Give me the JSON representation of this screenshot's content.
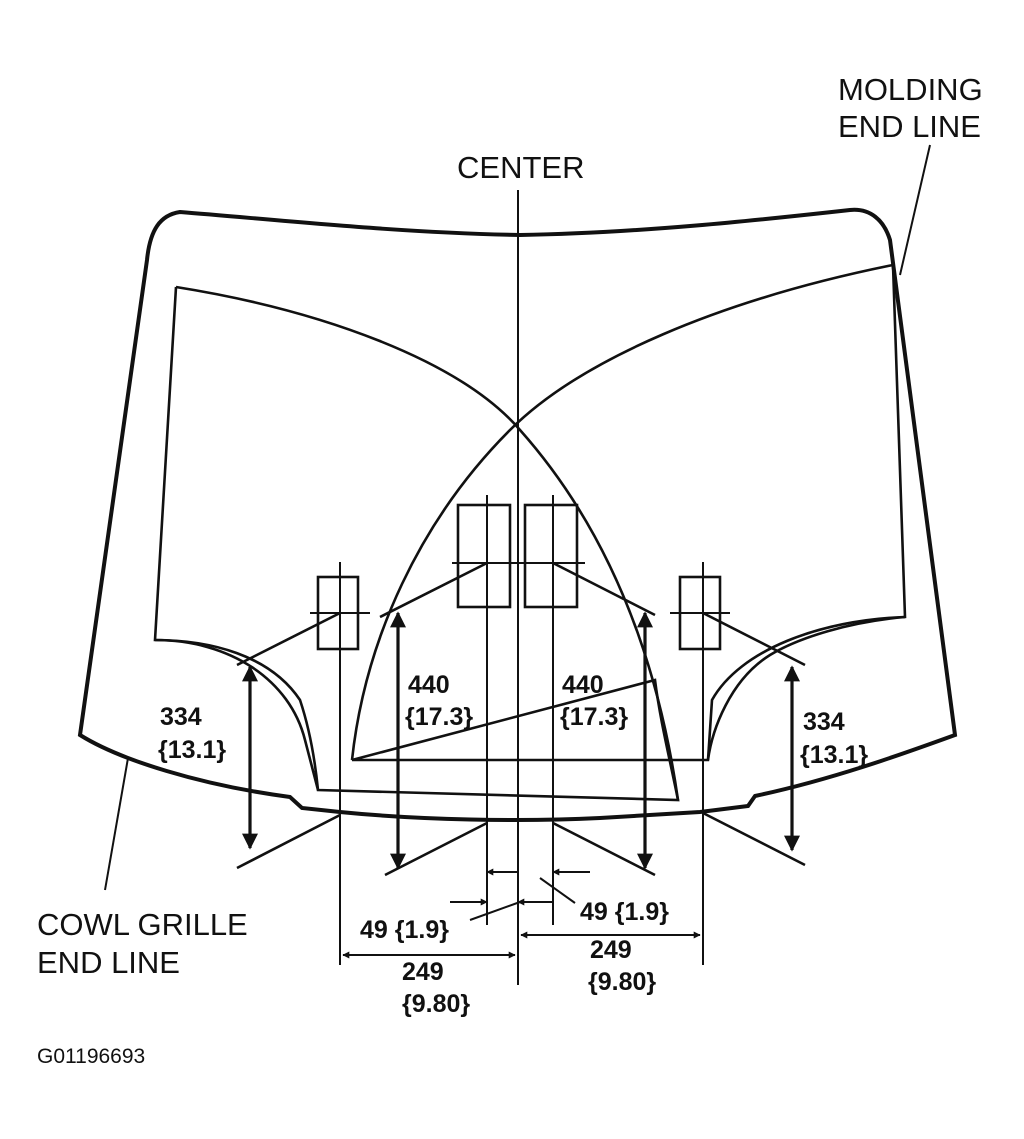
{
  "labels": {
    "center": "CENTER",
    "molding_line1": "MOLDING",
    "molding_line2": "END LINE",
    "cowl_line1": "COWL GRILLE",
    "cowl_line2": "END LINE",
    "figure_code": "G01196693"
  },
  "dimensions": {
    "left_outer_h_mm": "334",
    "left_outer_h_in": "{13.1}",
    "left_inner_h_mm": "440",
    "left_inner_h_in": "{17.3}",
    "right_inner_h_mm": "440",
    "right_inner_h_in": "{17.3}",
    "right_outer_h_mm": "334",
    "right_outer_h_in": "{13.1}",
    "left_offset": "49 {1.9}",
    "right_offset": "49 {1.9}",
    "left_span_mm": "249",
    "left_span_in": "{9.80}",
    "right_span_mm": "249",
    "right_span_in": "{9.80}"
  }
}
